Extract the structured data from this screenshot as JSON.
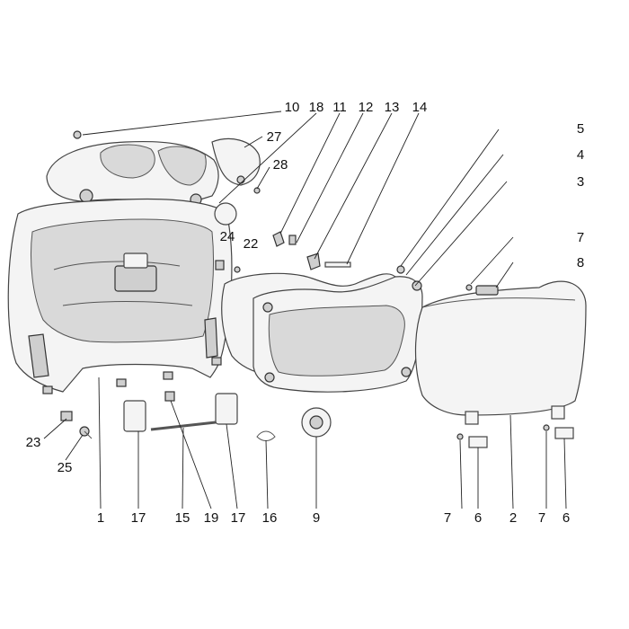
{
  "callouts": [
    "10",
    "18",
    "11",
    "12",
    "13",
    "14",
    "5",
    "4",
    "3",
    "27",
    "28",
    "24",
    "22",
    "7",
    "8",
    "23",
    "25",
    "1",
    "17",
    "15",
    "19",
    "17",
    "16",
    "9",
    "7",
    "6",
    "2",
    "7",
    "6"
  ]
}
